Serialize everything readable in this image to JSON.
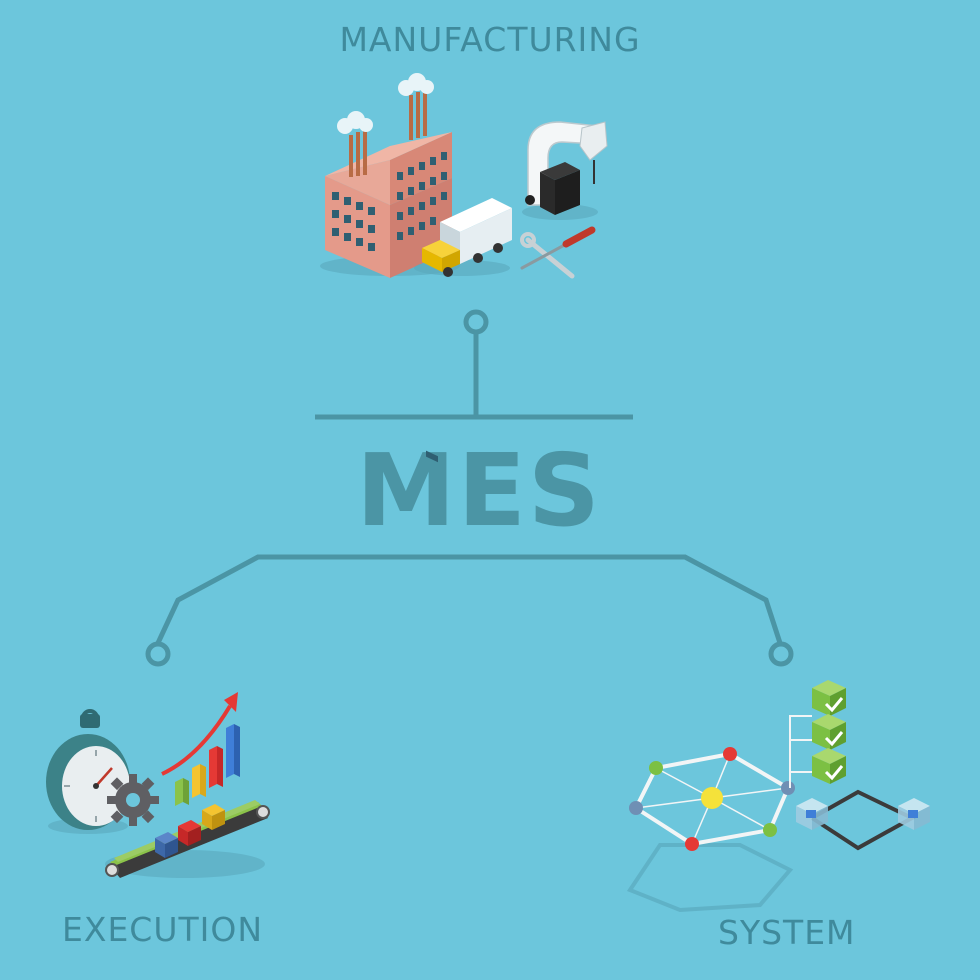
{
  "diagram": {
    "title": "MES",
    "top_label": "MANUFACTURING",
    "left_label": "EXECUTION",
    "right_label": "SYSTEM"
  },
  "colors": {
    "background": "#6cc6dc",
    "text": "#3f8a9c",
    "connector": "#4b95a5"
  },
  "icons": {
    "manufacturing": [
      "factory-icon",
      "truck-icon",
      "robotic-arm-icon",
      "wrench-icon",
      "screwdriver-icon"
    ],
    "execution": [
      "stopwatch-icon",
      "gear-icon",
      "bar-chart-icon",
      "conveyor-belt-icon"
    ],
    "system": [
      "network-nodes-icon",
      "checkbox-list-icon",
      "workflow-blocks-icon"
    ]
  }
}
